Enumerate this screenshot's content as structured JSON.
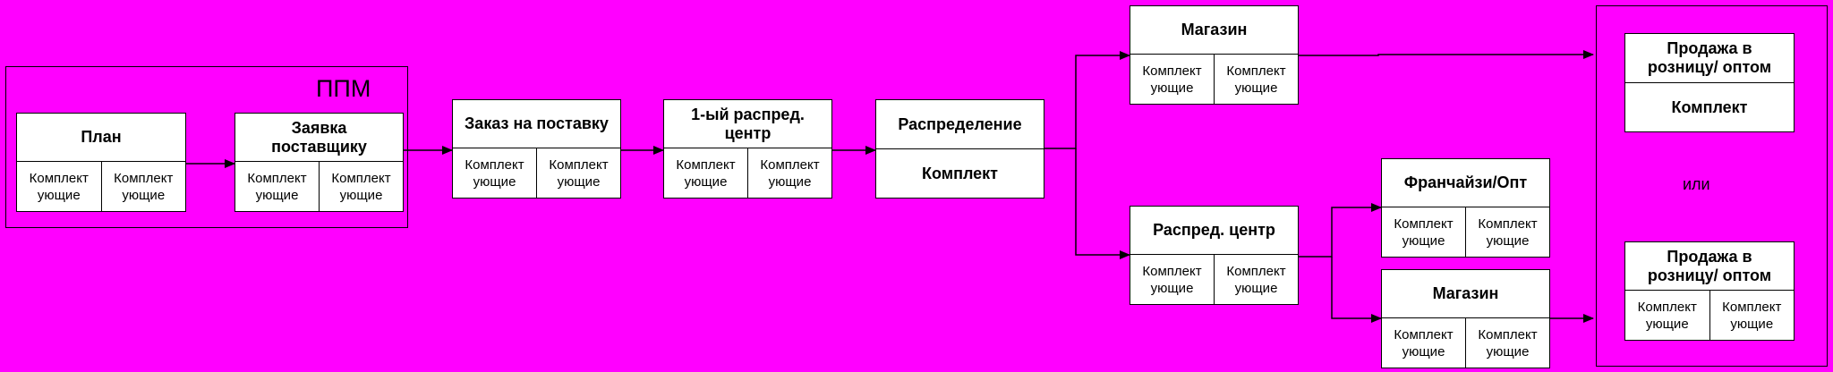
{
  "ppm_group": {
    "label": "ППМ"
  },
  "or_label": "или",
  "boxes": {
    "plan": {
      "title": "План",
      "cells": [
        "Комплект\nующие",
        "Комплект\nующие"
      ]
    },
    "zayavka": {
      "title": "Заявка\nпоставщику",
      "cells": [
        "Комплект\nующие",
        "Комплект\nующие"
      ]
    },
    "zakaz": {
      "title": "Заказ на поставку",
      "cells": [
        "Комплект\nующие",
        "Комплект\nующие"
      ]
    },
    "first_dc": {
      "title": "1-ый распред.\nцентр",
      "cells": [
        "Комплект\nующие",
        "Комплект\nующие"
      ]
    },
    "raspredelenie": {
      "title": "Распределение",
      "single": "Комплект"
    },
    "magazin_top": {
      "title": "Магазин",
      "cells": [
        "Комплект\nующие",
        "Комплект\nующие"
      ]
    },
    "dc": {
      "title": "Распред. центр",
      "cells": [
        "Комплект\nующие",
        "Комплект\nующие"
      ]
    },
    "franchise": {
      "title": "Франчайзи/Опт",
      "cells": [
        "Комплект\nующие",
        "Комплект\nующие"
      ]
    },
    "magazin_bottom": {
      "title": "Магазин",
      "cells": [
        "Комплект\nующие",
        "Комплект\nующие"
      ]
    },
    "sale_top": {
      "title": "Продажа в\nрозницу/ оптом",
      "single": "Комплект"
    },
    "sale_bottom": {
      "title": "Продажа в\nрозницу/ оптом",
      "cells": [
        "Комплект\nующие",
        "Комплект\nующие"
      ]
    }
  }
}
